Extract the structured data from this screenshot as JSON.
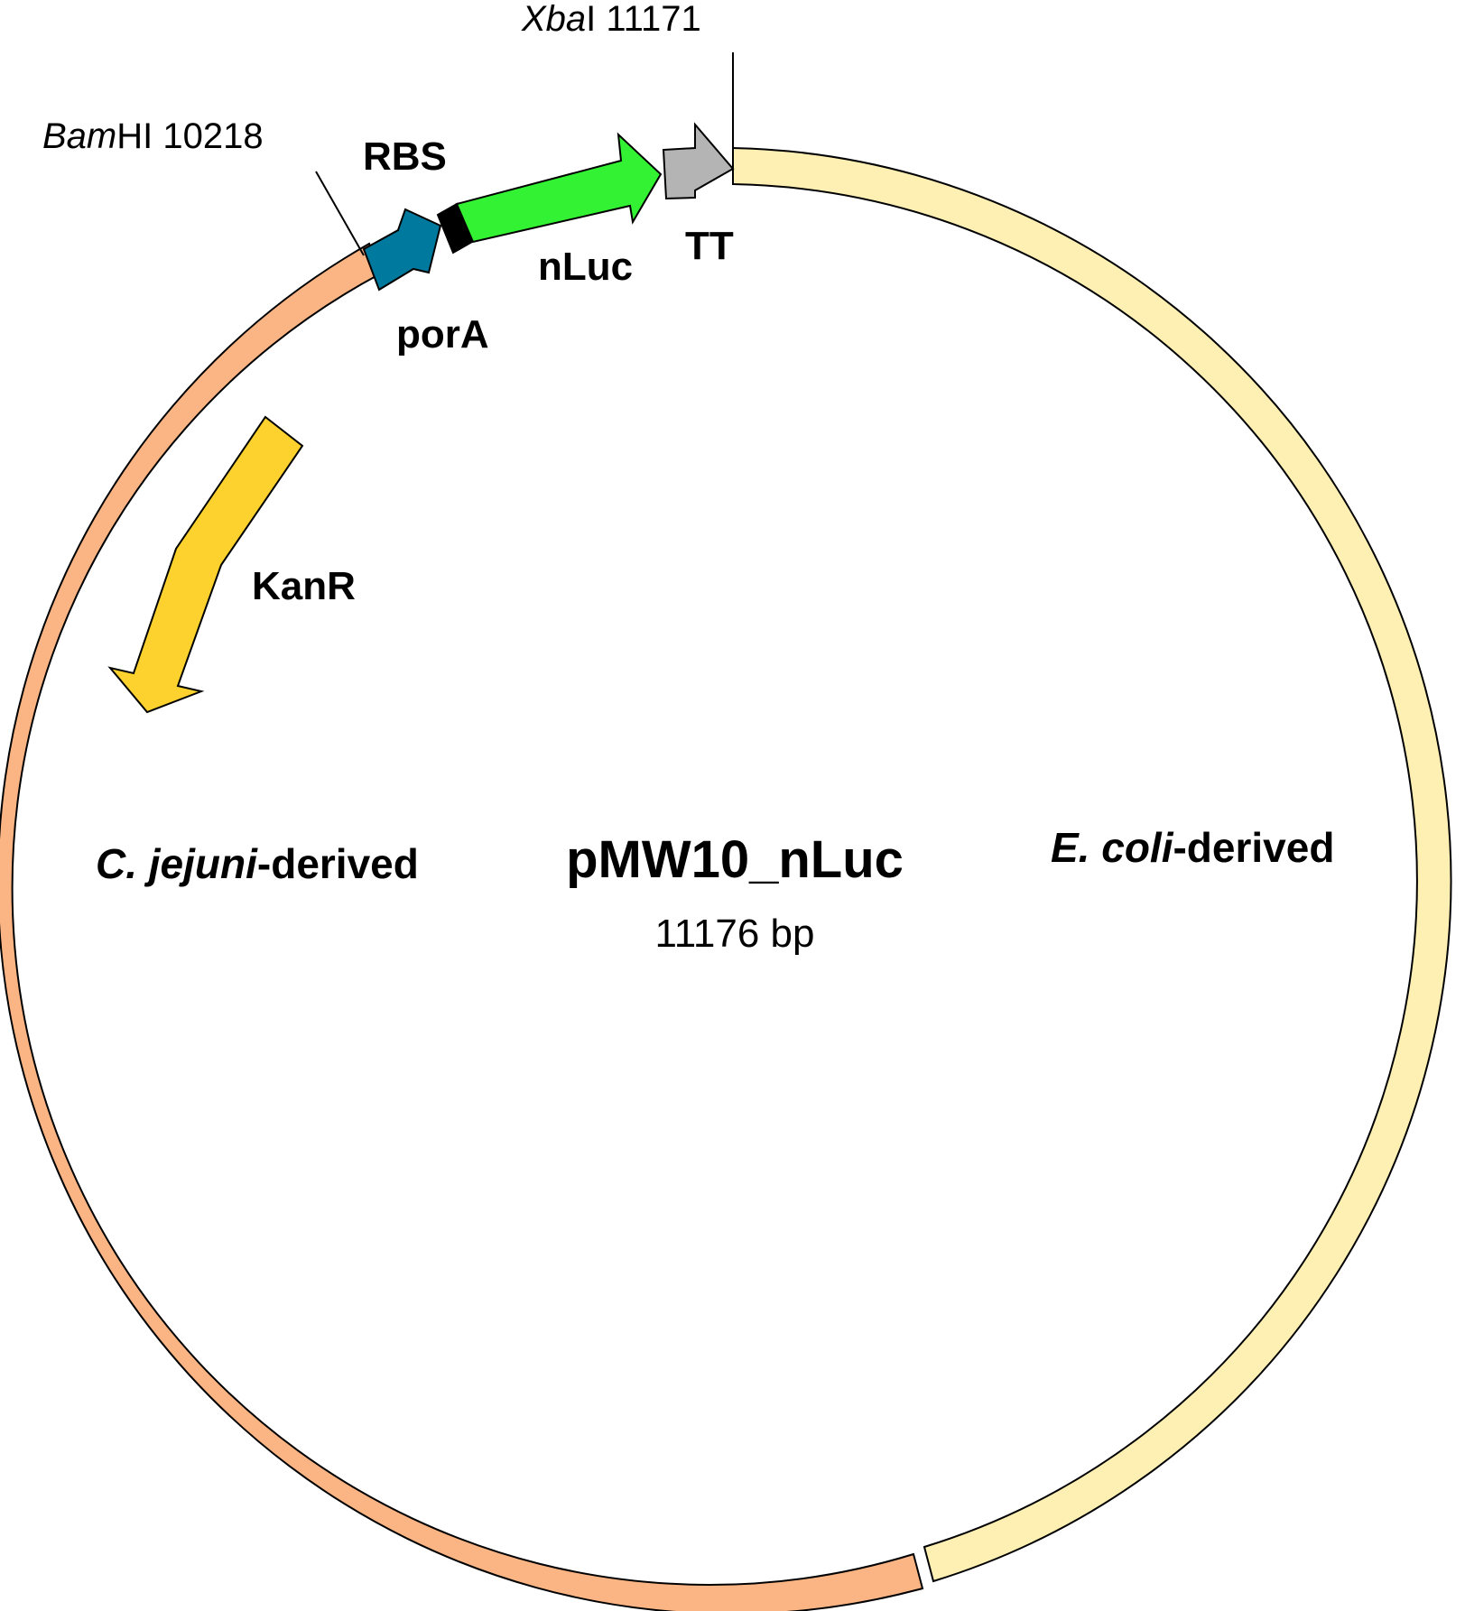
{
  "plasmid": {
    "name": "pMW10_nLuc",
    "size_label": "11176 bp"
  },
  "regions": {
    "cjejuni": {
      "italic": "C. jejuni",
      "rest": "-derived",
      "color": "#FBB584"
    },
    "ecoli": {
      "italic": "E. coli",
      "rest": "-derived",
      "color": "#FEEFB3"
    }
  },
  "features": {
    "porA": {
      "label": "porA",
      "color": "#00799E"
    },
    "rbs": {
      "label": "RBS",
      "color": "#000000"
    },
    "nluc": {
      "label": "nLuc",
      "color": "#33F233"
    },
    "tt": {
      "label": "TT",
      "color": "#B4B4B4"
    },
    "kanr": {
      "label": "KanR",
      "color": "#FDD22E"
    }
  },
  "sites": {
    "bamhi": {
      "italic": "Bam",
      "rest": "HI 10218"
    },
    "xbai": {
      "italic": "Xba",
      "rest": "I 11171"
    }
  },
  "icons": {
    "backbone": "plasmid-ring-icon",
    "arrows": "feature-arrow-icon"
  }
}
